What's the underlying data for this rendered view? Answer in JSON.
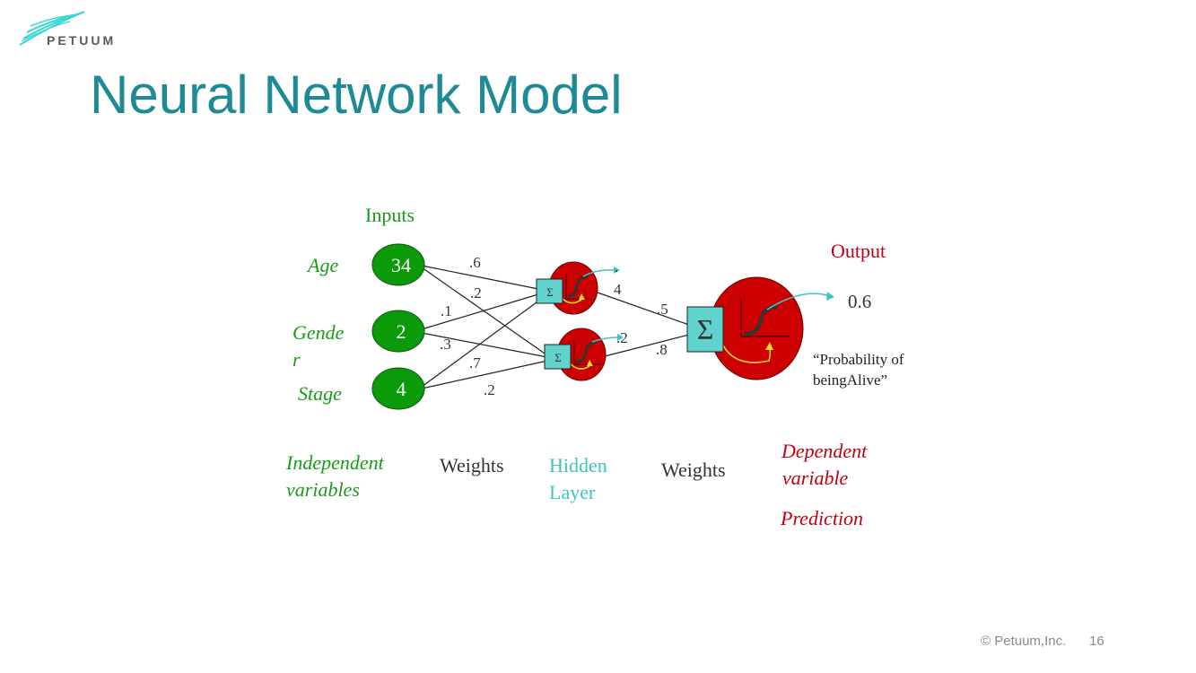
{
  "brand": {
    "logo_text": "PETUUM",
    "colors": {
      "accent": "#1d8a96",
      "logo_cyan": "#3dd6d0"
    }
  },
  "slide": {
    "title": "Neural Network Model",
    "footer": "© Petuum,Inc.",
    "page_number": "16"
  },
  "diagram": {
    "inputs_heading": "Inputs",
    "output_heading": "Output",
    "inputs": [
      {
        "label": "Age",
        "value": "34"
      },
      {
        "label": "Gende\nr",
        "label_line1": "Gende",
        "label_line2": "r",
        "value": "2"
      },
      {
        "label": "Stage",
        "value": "4"
      }
    ],
    "weights_layer1": [
      {
        "from": "Age",
        "to": "hidden-1",
        "weight": ".6"
      },
      {
        "from": "Age",
        "to": "hidden-2",
        "weight": ".2"
      },
      {
        "from": "Gender",
        "to": "hidden-1",
        "weight": ".1"
      },
      {
        "from": "Gender",
        "to": "hidden-2",
        "weight": ".3"
      },
      {
        "from": "Stage",
        "to": "hidden-1",
        "weight": ".7"
      },
      {
        "from": "Stage",
        "to": "hidden-2",
        "weight": ".2"
      }
    ],
    "hidden_outputs": [
      {
        "node": "hidden-1",
        "value_line1": ".",
        "value_line2": "4"
      },
      {
        "node": "hidden-2",
        "value": ".2"
      }
    ],
    "weights_layer2": [
      {
        "from": "hidden-1",
        "to": "output",
        "weight": ".5"
      },
      {
        "from": "hidden-2",
        "to": "output",
        "weight": ".8"
      }
    ],
    "sum_symbol": "Σ",
    "output_value": "0.6",
    "output_caption_line1": "“Probability of",
    "output_caption_line2": "beingAlive”",
    "bottom_labels": {
      "independent_line1": "Independent",
      "independent_line2": "variables",
      "weights1": "Weights",
      "hidden_line1": "Hidden",
      "hidden_line2": "Layer",
      "weights2": "Weights",
      "dependent_line1": "Dependent",
      "dependent_line2": "variable",
      "prediction": "Prediction"
    },
    "colors": {
      "input_node": "#0a9a0a",
      "neuron": "#cc0000",
      "sum_box": "#5fd3cc",
      "arrow_cyan": "#3cc4bd",
      "arrow_yellow": "#f0e020"
    }
  }
}
